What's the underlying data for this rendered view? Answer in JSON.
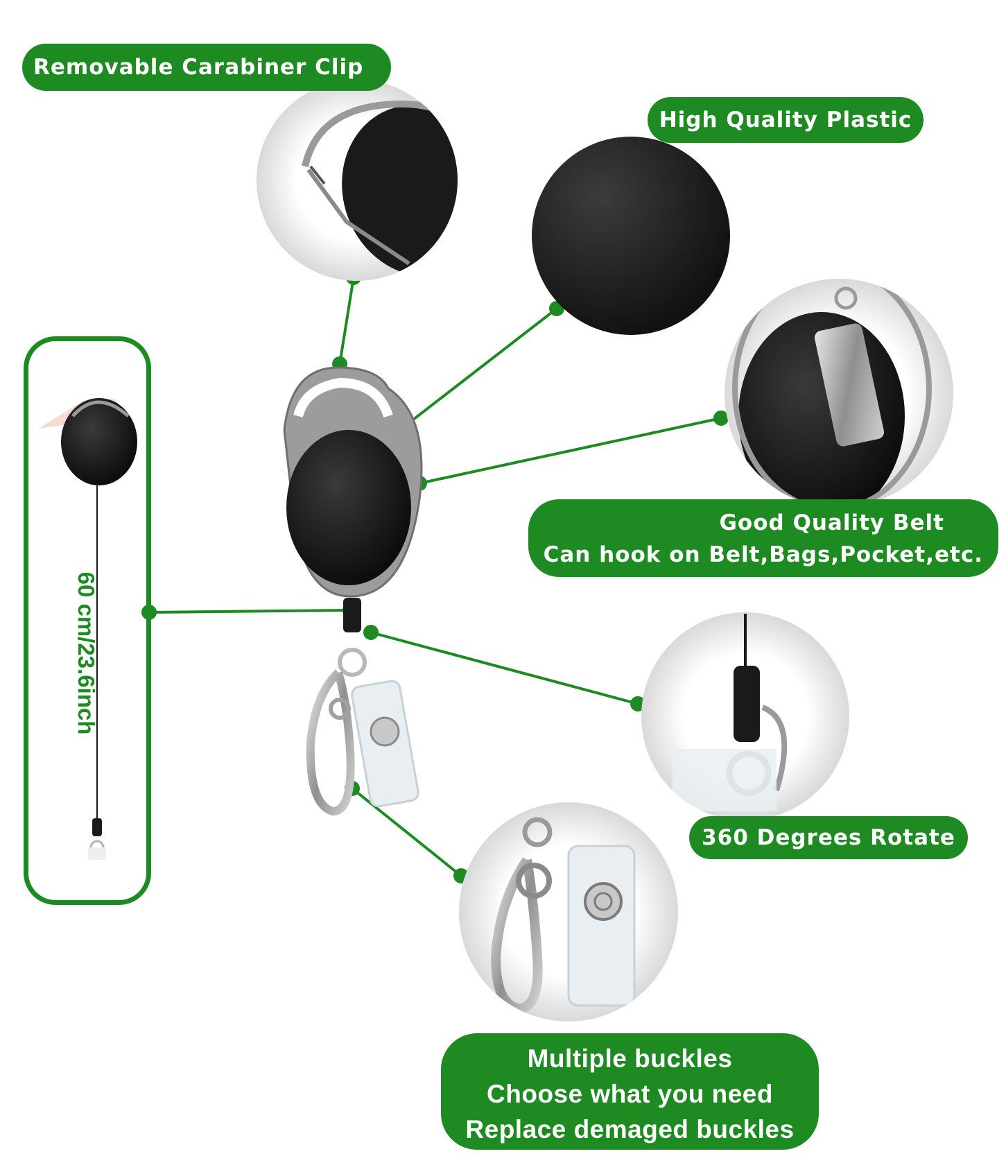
{
  "labels": {
    "carabiner": "Removable  Carabiner Clip",
    "plastic": "High Quality Plastic",
    "belt_line1": "Good Quality Belt",
    "belt_line2": "Can hook on Belt,Bags,Pocket,etc.",
    "rotate": "360 Degrees Rotate",
    "buckles_line1": "Multiple buckles",
    "buckles_line2": "Choose what you need",
    "buckles_line3": "Replace demaged buckles",
    "length": "60 cm/23.6inch"
  },
  "colors": {
    "accent_green": "#1e8a22",
    "reel_black": "#1a1a1a",
    "metal": "#b8b8b8",
    "background": "#ffffff"
  },
  "icons": [
    "carabiner-closeup-photo",
    "plastic-texture-photo",
    "belt-clip-photo",
    "rotate-joint-photo",
    "buckles-photo",
    "badge-reel-photo",
    "extended-cord-photo"
  ]
}
